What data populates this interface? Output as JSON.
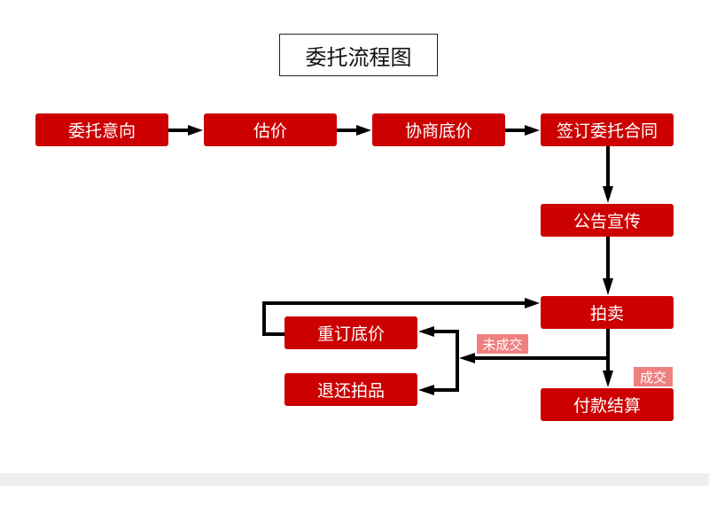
{
  "title": "委托流程图",
  "colors": {
    "node": "#cc0000",
    "tag": "#f08080",
    "arrow": "#000000"
  },
  "nodes": {
    "intent": "委托意向",
    "appraisal": "估价",
    "negotiate": "协商底价",
    "contract": "签订委托合同",
    "publicity": "公告宣传",
    "auction": "拍卖",
    "reset_price": "重订底价",
    "return_item": "退还拍品",
    "settlement": "付款结算"
  },
  "labels": {
    "unsold": "未成交",
    "sold": "成交"
  },
  "edges": [
    {
      "from": "intent",
      "to": "appraisal"
    },
    {
      "from": "appraisal",
      "to": "negotiate"
    },
    {
      "from": "negotiate",
      "to": "contract"
    },
    {
      "from": "contract",
      "to": "publicity"
    },
    {
      "from": "publicity",
      "to": "auction"
    },
    {
      "from": "auction",
      "to": "settlement",
      "label": "sold"
    },
    {
      "from": "auction",
      "to": "reset_price",
      "label": "unsold"
    },
    {
      "from": "auction",
      "to": "return_item",
      "label": "unsold"
    },
    {
      "from": "reset_price",
      "to": "auction"
    }
  ]
}
